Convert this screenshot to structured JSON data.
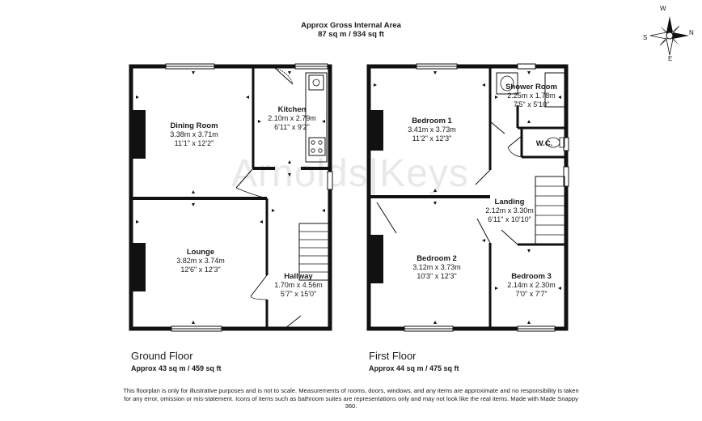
{
  "header": {
    "title": "Approx Gross Internal Area",
    "area": "87 sq m / 934 sq ft"
  },
  "watermark": "Arnolds|Keys",
  "compass": {
    "labels": [
      "W",
      "N",
      "S",
      "E"
    ]
  },
  "ground_floor": {
    "name": "Ground Floor",
    "area": "Approx 43 sq m / 459 sq ft",
    "rooms": [
      {
        "name": "Dining Room",
        "metric": "3.38m x 3.71m",
        "imperial": "11'1\" x 12'2\""
      },
      {
        "name": "Kitchen",
        "metric": "2.10m x 2.79m",
        "imperial": "6'11\" x 9'2\""
      },
      {
        "name": "Lounge",
        "metric": "3.82m x 3.74m",
        "imperial": "12'6\" x 12'3\""
      },
      {
        "name": "Hallway",
        "metric": "1.70m x 4.56m",
        "imperial": "5'7\" x 15'0\""
      }
    ]
  },
  "first_floor": {
    "name": "First Floor",
    "area": "Approx 44 sq m / 475 sq ft",
    "rooms": [
      {
        "name": "Bedroom 1",
        "metric": "3.41m x 3.73m",
        "imperial": "11'2\" x 12'3\""
      },
      {
        "name": "Shower Room",
        "metric": "2.25m x 1.78m",
        "imperial": "7'5\" x 5'10\""
      },
      {
        "name": "W.C.",
        "metric": "",
        "imperial": ""
      },
      {
        "name": "Landing",
        "metric": "2.12m x 3.30m",
        "imperial": "6'11\" x 10'10\""
      },
      {
        "name": "Bedroom 2",
        "metric": "3.12m x 3.73m",
        "imperial": "10'3\" x 12'3\""
      },
      {
        "name": "Bedroom 3",
        "metric": "2.14m x 2.30m",
        "imperial": "7'0\" x 7'7\""
      }
    ]
  },
  "disclaimer": "This floorplan is only for illustrative purposes and is not to scale. Measurements of rooms, doors, windows, and any items are approximate and no responsibility is taken for any error, omission or mis-statement. Icons of items such as bathroom suites are representations only and may not look like the real items. Made with Made Snappy 360."
}
